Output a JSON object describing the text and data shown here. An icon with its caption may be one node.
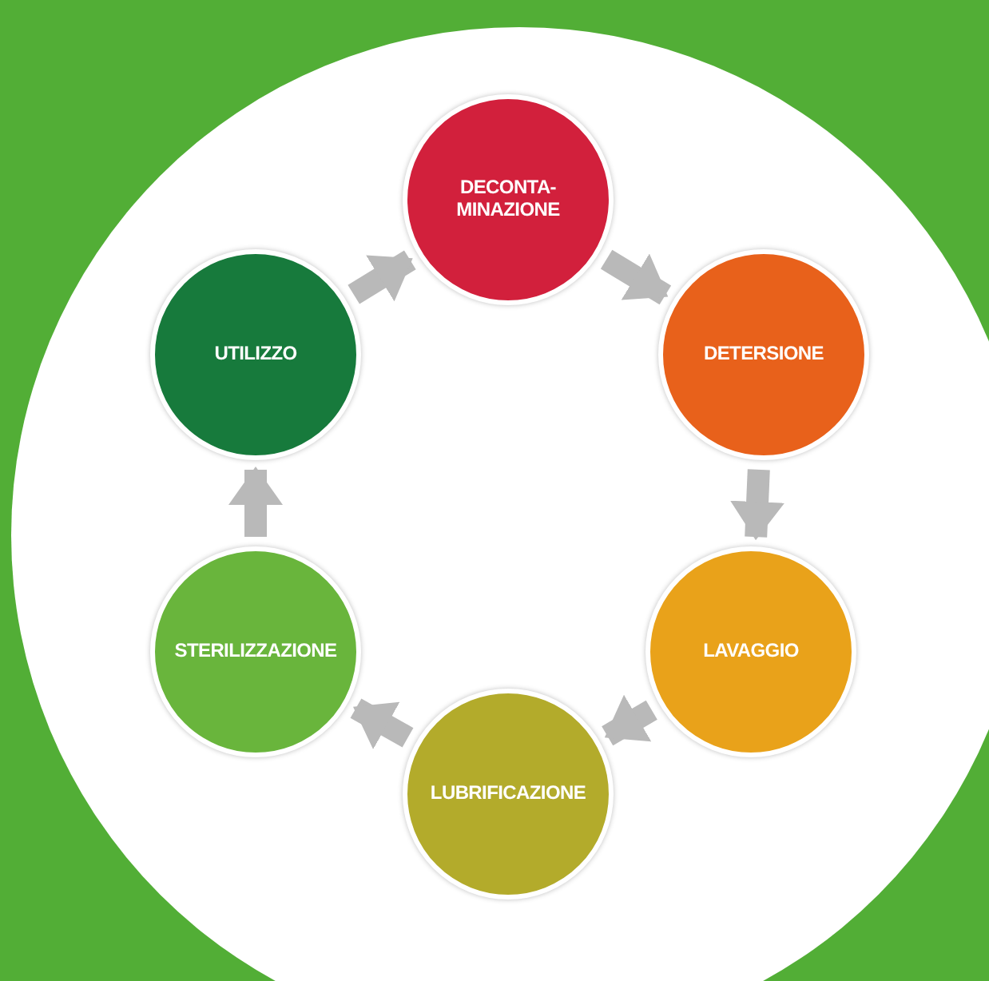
{
  "diagram": {
    "nodes": [
      {
        "text": [
          "DECONTA-MINAZIONE"
        ]
      },
      {
        "text": [
          "DETERSIONE"
        ]
      },
      {
        "text": [
          "LAVAGGIO"
        ]
      },
      {
        "text": [
          "LUBRIFICAZIONE"
        ]
      },
      {
        "text": [
          "STERILIZZAZIONE"
        ]
      },
      {
        "text": [
          "UTILIZZO"
        ]
      }
    ],
    "edges": [
      {
        "from": 0,
        "to": 1,
        "arrow": "to"
      },
      {
        "from": 1,
        "to": 2,
        "arrow": "to"
      },
      {
        "from": 2,
        "to": 3,
        "arrow": "to"
      },
      {
        "from": 3,
        "to": 4,
        "arrow": "to"
      },
      {
        "from": 4,
        "to": 5,
        "arrow": "to"
      },
      {
        "from": 5,
        "to": 0,
        "arrow": "to"
      }
    ]
  }
}
